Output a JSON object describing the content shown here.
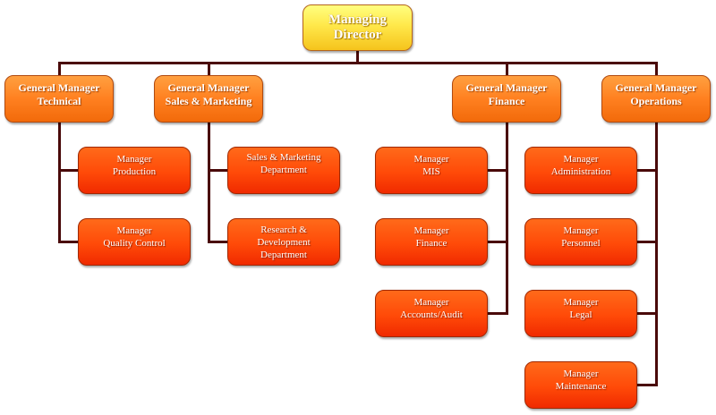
{
  "chart": {
    "top": {
      "line1": "Managing",
      "line2": "Director"
    },
    "general_managers": [
      {
        "line1": "General Manager",
        "line2": "Technical"
      },
      {
        "line1": "General Manager",
        "line2": "Sales & Marketing"
      },
      {
        "line1": "General Manager",
        "line2": "Finance"
      },
      {
        "line1": "General Manager",
        "line2": "Operations"
      }
    ],
    "technical": [
      {
        "line1": "Manager",
        "line2": "Production"
      },
      {
        "line1": "Manager",
        "line2": "Quality Control"
      }
    ],
    "sales": [
      {
        "line1": "Sales & Marketing",
        "line2": "Department"
      },
      {
        "line1": "Research &",
        "line2": "Development",
        "line3": "Department"
      }
    ],
    "finance": [
      {
        "line1": "Manager",
        "line2": "MIS"
      },
      {
        "line1": "Manager",
        "line2": "Finance"
      },
      {
        "line1": "Manager",
        "line2": "Accounts/Audit"
      }
    ],
    "operations": [
      {
        "line1": "Manager",
        "line2": "Administration"
      },
      {
        "line1": "Manager",
        "line2": "Personnel"
      },
      {
        "line1": "Manager",
        "line2": "Legal"
      },
      {
        "line1": "Manager",
        "line2": "Maintenance"
      }
    ]
  },
  "colors": {
    "connector": "#4a0a0a",
    "director": "#ffe84a",
    "general_manager": "#ff8020",
    "manager": "#ff4a08"
  }
}
